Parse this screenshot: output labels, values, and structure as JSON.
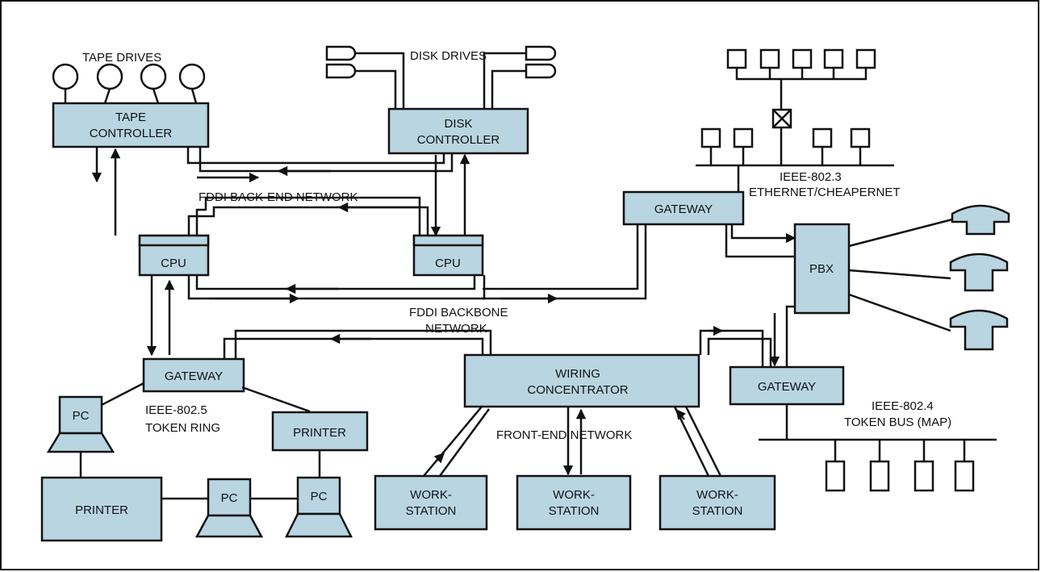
{
  "labels": {
    "tape_drives": "TAPE DRIVES",
    "tape_controller_1": "TAPE",
    "tape_controller_2": "CONTROLLER",
    "disk_drives": "DISK DRIVES",
    "disk_controller_1": "DISK",
    "disk_controller_2": "CONTROLLER",
    "fddi_backend": "FDDI BACK-END NETWORK",
    "cpu": "CPU",
    "gateway": "GATEWAY",
    "ethernet_1": "IEEE-802.3",
    "ethernet_2": "ETHERNET/CHEAPERNET",
    "pbx": "PBX",
    "fddi_backbone_1": "FDDI BACKBONE",
    "fddi_backbone_2": "NETWORK",
    "wiring_1": "WIRING",
    "wiring_2": "CONCENTRATOR",
    "token_ring_1": "IEEE-802.5",
    "token_ring_2": "TOKEN RING",
    "pc": "PC",
    "printer": "PRINTER",
    "front_end": "FRONT-END NETWORK",
    "work_1": "WORK-",
    "work_2": "STATION",
    "token_bus_1": "IEEE-802.4",
    "token_bus_2": "TOKEN BUS (MAP)"
  },
  "colors": {
    "box_fill": "#b9d5e2",
    "line": "#111111"
  }
}
